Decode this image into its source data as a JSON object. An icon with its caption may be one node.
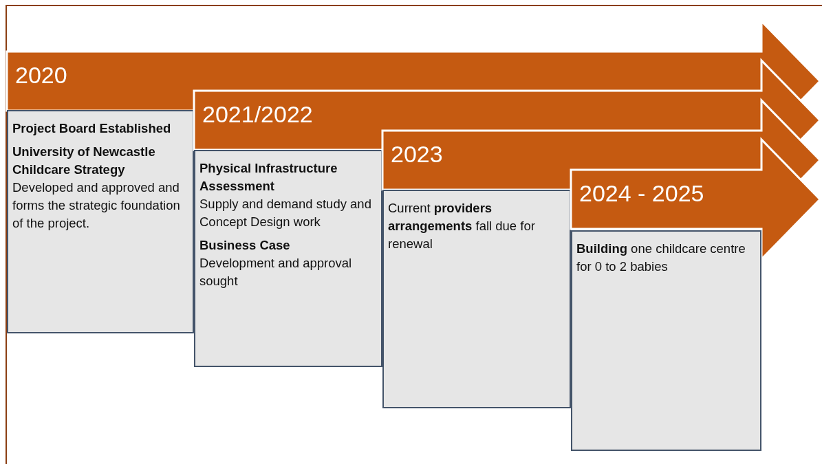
{
  "diagram": {
    "nodes": [
      {
        "text": [
          "2020"
        ]
      },
      {
        "text": [
          "Project Board Established",
          "University of Newcastle Childcare Strategy",
          "Developed and approved and forms the strategic foundation of the project."
        ]
      },
      {
        "text": [
          "2021/2022"
        ]
      },
      {
        "text": [
          "Physical Infrastructure Assessment",
          "Supply and demand study and Concept Design work",
          "Business Case",
          "Development and approval sought"
        ]
      },
      {
        "text": [
          "2023"
        ]
      },
      {
        "text": [
          "Current **providers arrangements** fall due for renewal"
        ]
      },
      {
        "text": [
          "2024 - 2025"
        ]
      },
      {
        "text": [
          "**Building** one childcare centre for 0 to 2 babies"
        ]
      }
    ]
  }
}
